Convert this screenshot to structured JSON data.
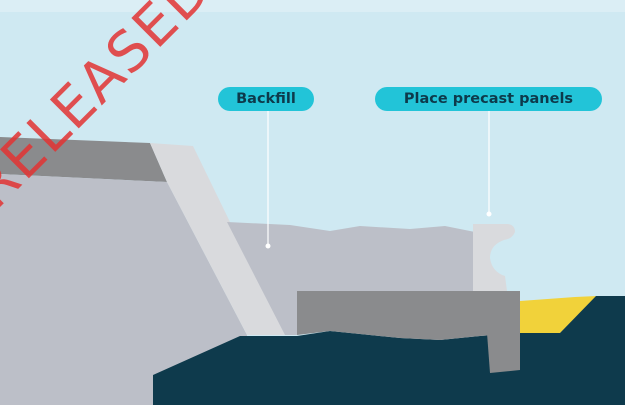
{
  "labels": {
    "backfill": "Backfill",
    "precast": "Place precast panels"
  },
  "watermark": "RELEASED UNDER THE LOCAL",
  "colors": {
    "sky": "#cfe9f2",
    "label_fill": "#22c4d8",
    "label_text": "#0d3a4b",
    "ground": "#0e3a4c",
    "backfill": "#bcbfc8",
    "panel": "#d9dadd",
    "slab": "#8a8b8d",
    "grout": "#f1d23a",
    "watermark": "#e23232"
  }
}
